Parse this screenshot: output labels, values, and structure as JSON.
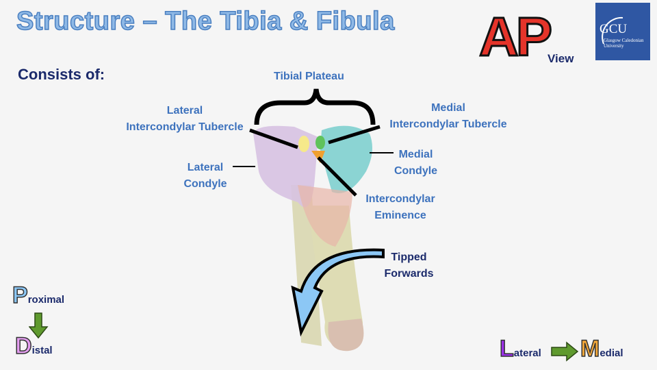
{
  "title": "Structure – The Tibia & Fibula",
  "subtitle": "Consists of:",
  "view_badge": {
    "letters": "AP",
    "label": "View"
  },
  "logo": {
    "mark": "GCU",
    "name_line1": "Glasgow Caledonian",
    "name_line2": "University"
  },
  "labels": {
    "tibial_plateau": "Tibial Plateau",
    "lateral_tubercle_1": "Lateral",
    "lateral_tubercle_2": "Intercondylar Tubercle",
    "medial_tubercle_1": "Medial",
    "medial_tubercle_2": "Intercondylar Tubercle",
    "lateral_condyle_1": "Lateral",
    "lateral_condyle_2": "Condyle",
    "medial_condyle_1": "Medial",
    "medial_condyle_2": "Condyle",
    "eminence_1": "Intercondylar",
    "eminence_2": "Eminence",
    "tipped_1": "Tipped",
    "tipped_2": "Forwards"
  },
  "orientation": {
    "proximal_letter": "P",
    "proximal_rest": "roximal",
    "distal_letter": "D",
    "distal_rest": "istal",
    "lateral_letter": "L",
    "lateral_rest": "ateral",
    "medial_letter": "M",
    "medial_rest": "edial"
  },
  "colors": {
    "title": "#8fb9e6",
    "label": "#3d72bd",
    "navy": "#1b2a6b",
    "ap_red": "#e5342a"
  }
}
